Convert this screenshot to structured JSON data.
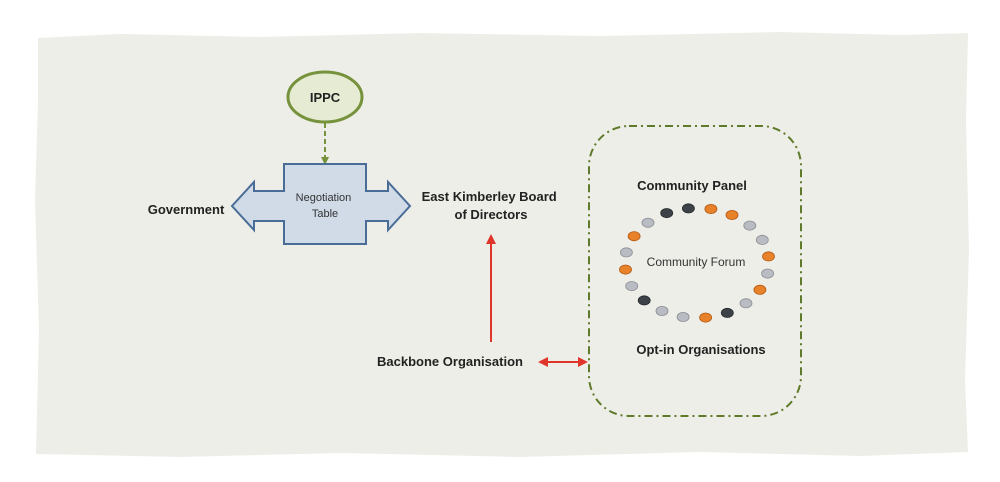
{
  "nodes": {
    "ippc": "IPPC",
    "negotiation_table": [
      "Negotiation",
      "Table"
    ],
    "government": "Government",
    "board": [
      "East Kimberley Board",
      "of Directors"
    ],
    "community_panel": "Community Panel",
    "community_forum": "Community Forum",
    "backbone": "Backbone Organisation",
    "opt_in": "Opt-in Organisations"
  },
  "forum_dots": [
    "dark",
    "orange",
    "orange",
    "gray",
    "gray",
    "orange",
    "gray",
    "orange",
    "gray",
    "dark",
    "orange",
    "gray",
    "gray",
    "dark",
    "gray",
    "orange",
    "gray",
    "orange",
    "gray",
    "dark"
  ],
  "colors": {
    "background": "#eeeee8",
    "ippc_fill": "#e6ecd4",
    "ippc_stroke": "#76923c",
    "box_fill": "#d0dbe7",
    "box_stroke": "#4a6d97",
    "arrow_green": "#76923c",
    "arrow_red": "#e0352b",
    "dash_border": "#5f7a2a",
    "dot_orange": "#e8822a",
    "dot_gray": "#b9bcc2",
    "dot_dark": "#3d4248"
  }
}
